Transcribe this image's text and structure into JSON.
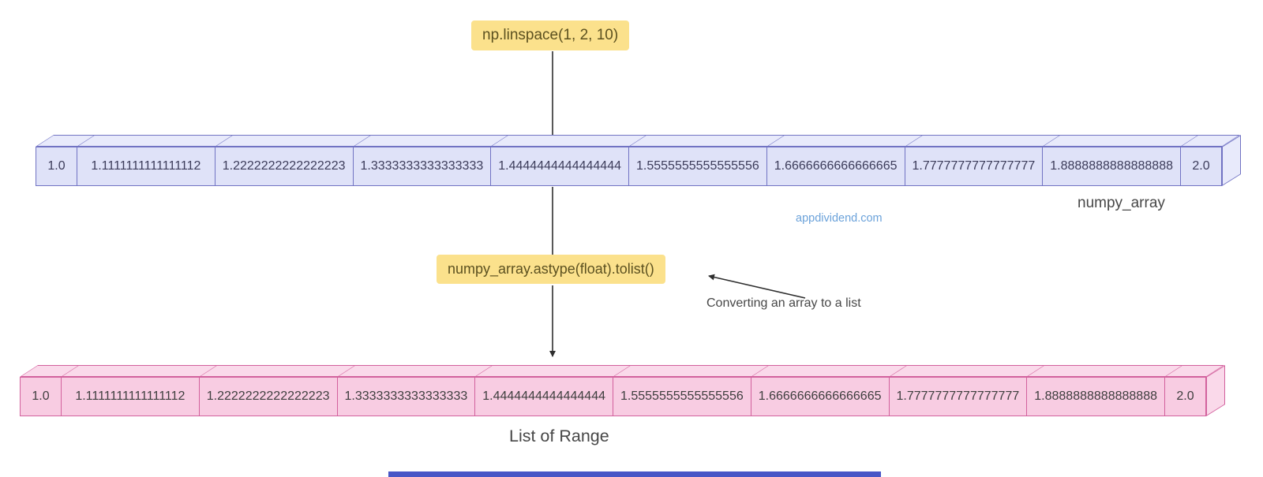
{
  "code_boxes": {
    "linspace": "np.linspace(1, 2, 10)",
    "tolist": "numpy_array.astype(float).tolist()"
  },
  "labels": {
    "numpy_array": "numpy_array",
    "annotation": "Converting an array to a list",
    "list_of_range": "List of Range"
  },
  "watermark": "appdividend.com",
  "values": [
    "1.0",
    "1.1111111111111112",
    "1.2222222222222223",
    "1.3333333333333333",
    "1.4444444444444444",
    "1.5555555555555556",
    "1.6666666666666665",
    "1.7777777777777777",
    "1.8888888888888888",
    "2.0"
  ],
  "colors": {
    "code_box_bg": "#FBE18C",
    "code_box_text": "#5C5120",
    "blue_fill": "#DFE2F8",
    "blue_fill_light": "#E8EAFB",
    "blue_stroke": "#7173C3",
    "blue_text": "#3C3C5A",
    "pink_fill": "#F8CCE2",
    "pink_fill_light": "#FAD9EA",
    "pink_stroke": "#D2619D",
    "pink_text": "#3E3E3E",
    "label_text": "#474747",
    "watermark_text": "#6BA2DA",
    "line": "#2E2E2E",
    "bottom_bar": "#4856C6"
  }
}
